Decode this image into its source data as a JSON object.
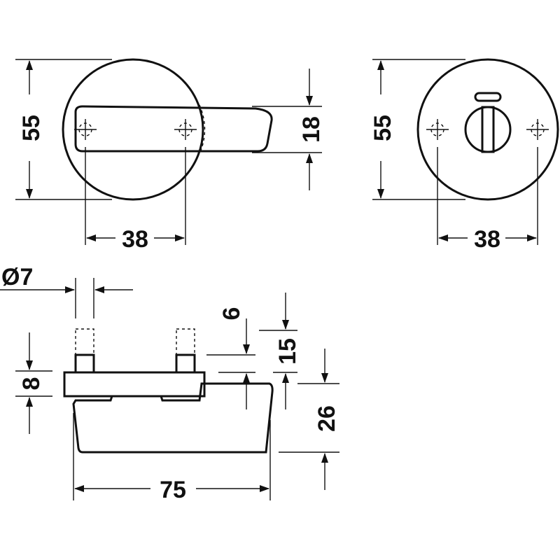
{
  "colors": {
    "line": "#111111",
    "background": "#ffffff"
  },
  "front_view": {
    "height_label": "55",
    "spacing_label": "38",
    "lever_height_label": "18"
  },
  "rear_view": {
    "height_label": "55",
    "spacing_label": "38"
  },
  "side_view": {
    "pin_diameter_label": "Ø7",
    "pin_top_label": "6",
    "total_height_label": "15",
    "base_plate_label": "8",
    "lever_depth_label": "26",
    "width_label": "75"
  }
}
